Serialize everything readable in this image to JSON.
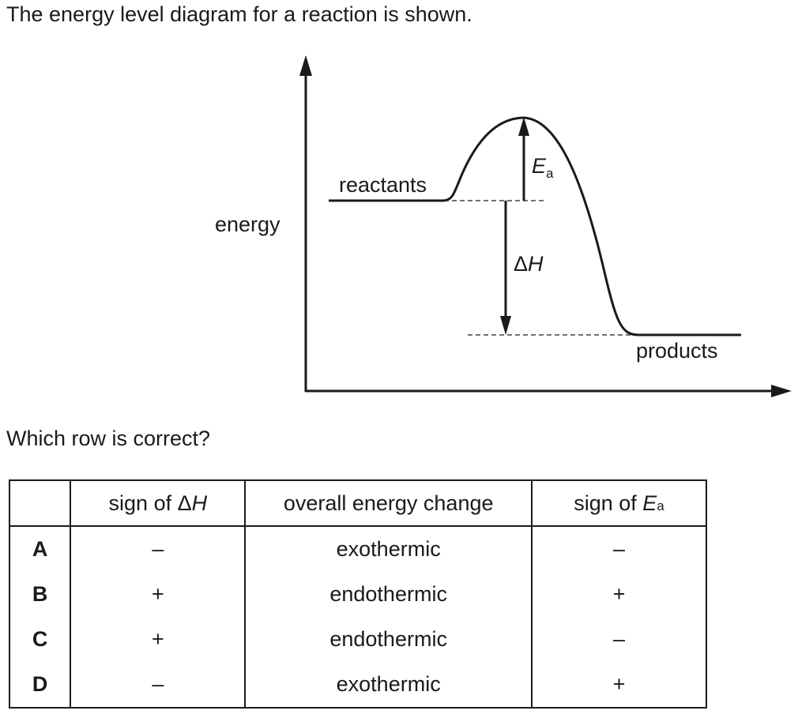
{
  "question": {
    "intro": "The energy level diagram for a reaction is shown.",
    "prompt": "Which row is correct?"
  },
  "diagram": {
    "y_axis_label": "energy",
    "reactants_label": "reactants",
    "products_label": "products",
    "activation_energy_symbol": "E",
    "activation_energy_subscript": "a",
    "enthalpy_delta_symbol": "Δ",
    "enthalpy_symbol": "H"
  },
  "table": {
    "headers": {
      "dh_prefix": "sign of Δ",
      "dh_symbol": "H",
      "change": "overall energy change",
      "ea_prefix": "sign of ",
      "ea_symbol": "E",
      "ea_subscript": "a"
    },
    "rows": [
      {
        "letter": "A",
        "dh_sign": "–",
        "change": "exothermic",
        "ea_sign": "–"
      },
      {
        "letter": "B",
        "dh_sign": "+",
        "change": "endothermic",
        "ea_sign": "+"
      },
      {
        "letter": "C",
        "dh_sign": "+",
        "change": "endothermic",
        "ea_sign": "–"
      },
      {
        "letter": "D",
        "dh_sign": "–",
        "change": "exothermic",
        "ea_sign": "+"
      }
    ]
  }
}
